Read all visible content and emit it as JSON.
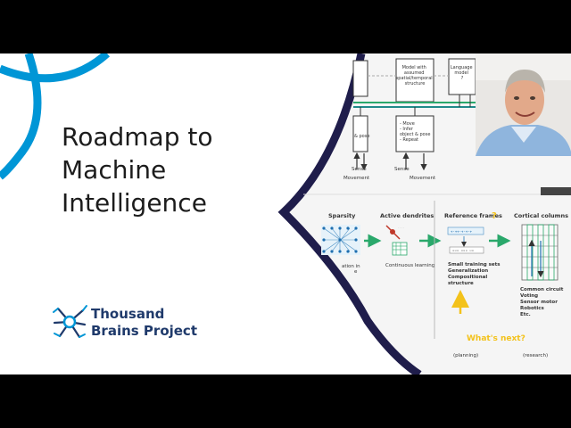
{
  "slide": {
    "title_lines": [
      "Roadmap to",
      "Machine",
      "Intelligence"
    ],
    "logo": {
      "line1": "Thousand",
      "line2": "Brains Project"
    }
  },
  "diagram": {
    "top": {
      "model_assumed": [
        "Model with",
        "assumed",
        "spatial/temporal",
        "structure"
      ],
      "language_model": [
        "Language",
        "model",
        "?"
      ],
      "box_list": [
        "- Move",
        "- Infer",
        "  object & pose",
        "- Repeat"
      ],
      "box_left_partial": [
        "& pose"
      ],
      "sense_left": "Sense",
      "movement_left": "Movement",
      "sense_right": "Sense",
      "movement_right": "Movement"
    },
    "bottom": {
      "sparsity": "Sparsity",
      "sparsity_caption": [
        "ation in",
        "e"
      ],
      "active_dendrites": "Active dendrites",
      "active_caption": "Continuous learning",
      "reference_frames": "Reference frames",
      "reference_question": "?",
      "reference_caption": [
        "Small training sets",
        "Generalization",
        "Compositional",
        "structure"
      ],
      "cortical_columns": "Cortical columns",
      "cortical_caption": [
        "Common circuit",
        "Voting",
        "Sensor motor",
        "Robotics",
        "Etc."
      ],
      "whats_next": "What's next?",
      "planning": "(planning)",
      "research": "(research)"
    }
  },
  "colors": {
    "arc_blue": "#0096d6",
    "navy": "#1f1d4b",
    "arrow_green": "#2aa86b",
    "yellow": "#f3c21b",
    "teal": "#1f8a8a"
  }
}
